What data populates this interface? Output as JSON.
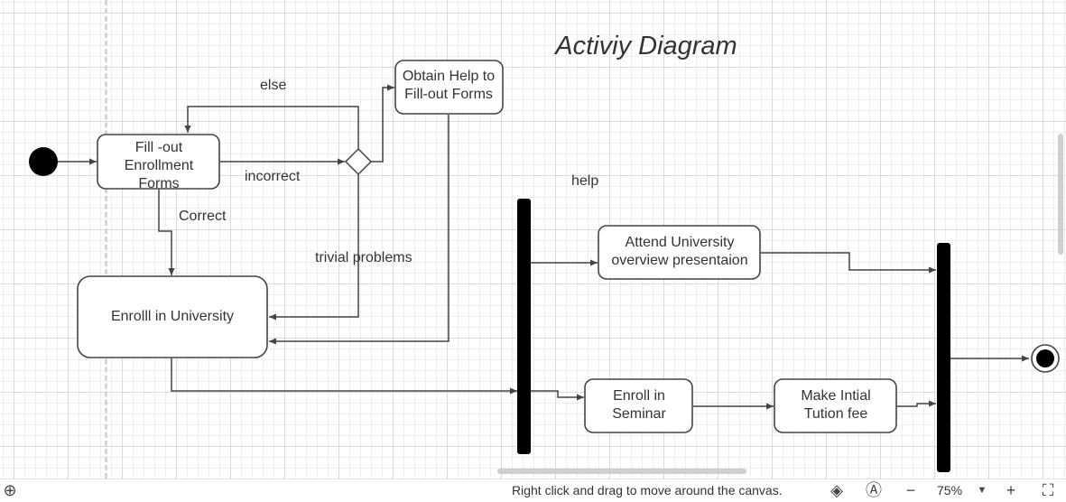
{
  "diagram": {
    "title": "Activiy Diagram",
    "nodes": {
      "fill_forms": [
        "Fill -out",
        "Enrollment",
        "Forms"
      ],
      "obtain_help": [
        "Obtain Help to",
        "Fill-out Forms"
      ],
      "enroll_university": [
        "Enrolll in University"
      ],
      "attend": [
        "Attend University",
        "overview presentaion"
      ],
      "seminar": [
        "Enroll in",
        "Seminar"
      ],
      "tuition": [
        "Make Intial",
        "Tution fee"
      ]
    },
    "labels": {
      "else": "else",
      "incorrect": "incorrect",
      "correct": "Correct",
      "trivial": "trivial problems",
      "help": "help"
    }
  },
  "statusbar": {
    "hint": "Right click and drag to move around the canvas.",
    "zoom": "75%",
    "minus": "−",
    "plus": "+",
    "dropdown": "▼",
    "add": "⊕",
    "layers": "◈",
    "autoalign": "Ⓐ",
    "fullscreen": "⛶"
  },
  "colors": {
    "stroke": "#444444",
    "fill": "#000000",
    "grid": "#dadada"
  }
}
